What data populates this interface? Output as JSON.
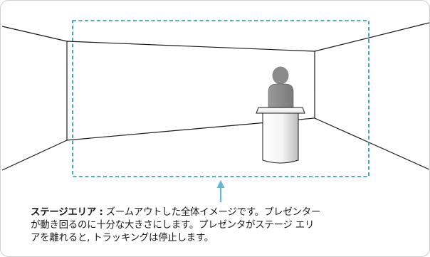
{
  "diagram": {
    "caption_term": "ステージエリア :",
    "caption_line1_rest": " ズームアウトした全体イメージです。プレゼンター",
    "caption_line2": "が動き回るのに十分な大きさにします。プレゼンタがステージ エリ",
    "caption_line3": "アを離れると, トラッキングは停止します。"
  },
  "colors": {
    "room_lines": "#1a1a1a",
    "stage_area_dashes": "#1f8fa8",
    "arrow": "#5fb7d9",
    "presenter": "#8a8a8a",
    "podium": "#f2f2f2",
    "frame_border": "#cfcfcf"
  }
}
